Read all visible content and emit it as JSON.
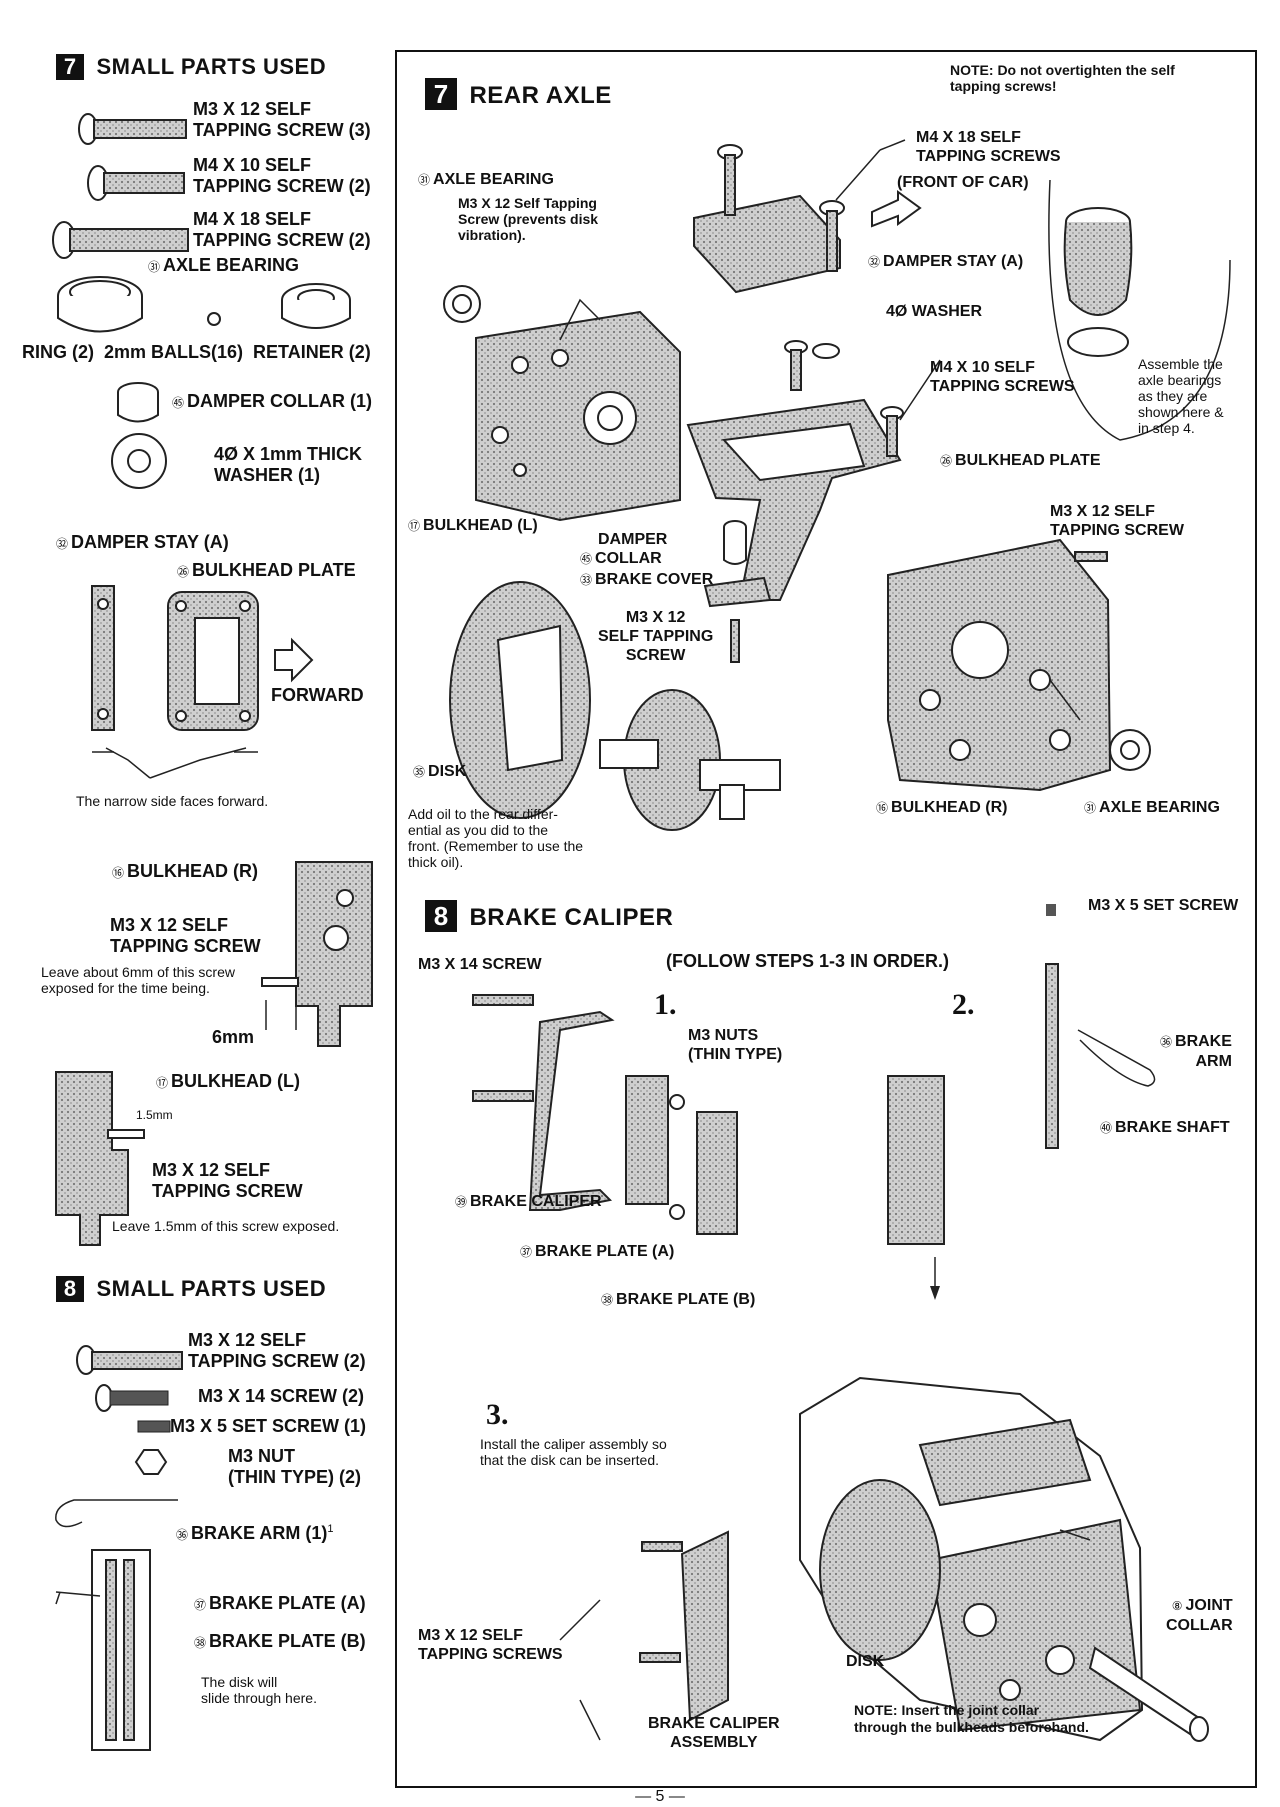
{
  "left": {
    "s7_header": {
      "num": "7",
      "title": "SMALL PARTS USED"
    },
    "s7_parts": {
      "m3x12": [
        "M3 X 12 SELF",
        "TAPPING SCREW (3)"
      ],
      "m4x10": [
        "M4 X 10 SELF",
        "TAPPING SCREW (2)"
      ],
      "m4x18": [
        "M4 X 18 SELF",
        "TAPPING SCREW (2)"
      ],
      "axle_bearing": {
        "num": "㉛",
        "label": "AXLE BEARING"
      },
      "bearing_parts": "RING (2)  2mm BALLS(16)  RETAINER (2)",
      "damper_collar": {
        "num": "㊺",
        "label": "DAMPER COLLAR (1)"
      },
      "washer": [
        "4Ø X 1mm THICK",
        "WASHER (1)"
      ]
    },
    "damper_stay": {
      "num": "㉜",
      "label": "DAMPER STAY (A)"
    },
    "bulkhead_plate": {
      "num": "㉖",
      "label": "BULKHEAD PLATE"
    },
    "forward": "FORWARD",
    "narrow_note": "The narrow side faces forward.",
    "bulkhead_r": {
      "num": "⑯",
      "label": "BULKHEAD (R)"
    },
    "bulkhead_r_screw": [
      "M3 X 12 SELF",
      "TAPPING SCREW"
    ],
    "bulkhead_r_note": "Leave about 6mm of this screw exposed for the time being.",
    "six_mm": "6mm",
    "bulkhead_l": {
      "num": "⑰",
      "label": "BULKHEAD (L)"
    },
    "one_five_mm": "1.5mm",
    "bulkhead_l_screw": [
      "M3 X 12 SELF",
      "TAPPING SCREW"
    ],
    "bulkhead_l_note": "Leave 1.5mm of this screw exposed.",
    "s8_header": {
      "num": "8",
      "title": "SMALL PARTS USED"
    },
    "s8_parts": {
      "m3x12": [
        "M3 X 12 SELF",
        "TAPPING SCREW (2)"
      ],
      "m3x14": "M3 X 14 SCREW (2)",
      "m3x5": "M3 X 5 SET SCREW (1)",
      "m3nut": [
        "M3 NUT",
        "(THIN TYPE) (2)"
      ],
      "brake_arm": {
        "num": "㊱",
        "label": "BRAKE ARM (1)",
        "mark": "1"
      }
    },
    "brake_plate_a": {
      "num": "㊲",
      "label": "BRAKE PLATE (A)"
    },
    "brake_plate_b": {
      "num": "㊳",
      "label": "BRAKE PLATE (B)"
    },
    "disk_note": [
      "The disk will",
      "slide through here."
    ]
  },
  "main": {
    "s7": {
      "num": "7",
      "title": "REAR AXLE",
      "note": [
        "NOTE: Do not overtighten the self",
        "tapping screws!"
      ],
      "m4x18": [
        "M4 X 18 SELF",
        "TAPPING SCREWS"
      ],
      "front_of_car": "(FRONT OF CAR)",
      "axle_bearing": {
        "num": "㉛",
        "label": "AXLE BEARING"
      },
      "m3x12_note": [
        "M3 X 12 Self Tapping",
        "Screw (prevents disk",
        "vibration)."
      ],
      "damper_stay": {
        "num": "㉜",
        "label": "DAMPER STAY (A)"
      },
      "washer": "4Ø WASHER",
      "m4x10": [
        "M4 X 10 SELF",
        "TAPPING SCREWS"
      ],
      "assemble_note": [
        "Assemble the",
        "axle bearings",
        "as they are",
        "shown here &",
        "in step 4."
      ],
      "bulkhead_plate": {
        "num": "㉖",
        "label": "BULKHEAD PLATE"
      },
      "bulkhead_l": {
        "num": "⑰",
        "label": "BULKHEAD (L)"
      },
      "damper_collar": {
        "num": "㊺",
        "label": [
          "DAMPER",
          "COLLAR"
        ]
      },
      "brake_cover": {
        "num": "㉝",
        "label": "BRAKE COVER"
      },
      "m3x12_right": [
        "M3 X 12 SELF",
        "TAPPING SCREW"
      ],
      "m3x12_center": [
        "M3 X 12",
        "SELF TAPPING",
        "SCREW"
      ],
      "disk": {
        "num": "㉟",
        "label": "DISK"
      },
      "oil_note": [
        "Add oil to the rear differ-",
        "ential as you did to the",
        "front. (Remember to use the",
        "thick oil)."
      ],
      "bulkhead_r": {
        "num": "⑯",
        "label": "BULKHEAD (R)"
      },
      "axle_bearing_r": {
        "num": "㉛",
        "label": "AXLE BEARING"
      }
    },
    "s8": {
      "num": "8",
      "title": "BRAKE CALIPER",
      "m3x5": "M3 X 5 SET SCREW",
      "m3x14": "M3 X 14 SCREW",
      "follow": "(FOLLOW STEPS 1-3 IN ORDER.)",
      "step1": "1.",
      "step2": "2.",
      "step3": "3.",
      "m3_nuts": [
        "M3 NUTS",
        "(THIN TYPE)"
      ],
      "brake_arm": {
        "num": "㊱",
        "label": [
          "BRAKE",
          "ARM"
        ]
      },
      "brake_shaft": {
        "num": "㊵",
        "label": "BRAKE SHAFT"
      },
      "brake_caliper": {
        "num": "㊴",
        "label": "BRAKE CALIPER"
      },
      "brake_plate_a": {
        "num": "㊲",
        "label": "BRAKE PLATE (A)"
      },
      "brake_plate_b": {
        "num": "㊳",
        "label": "BRAKE PLATE (B)"
      },
      "step3_note": [
        "Install the caliper assembly so",
        "that the disk can be inserted."
      ],
      "joint_collar": {
        "num": "⑧",
        "label": [
          "JOINT",
          "COLLAR"
        ]
      },
      "m3x12_screws": [
        "M3 X 12 SELF",
        "TAPPING SCREWS"
      ],
      "disk": "DISK",
      "caliper_assembly": [
        "BRAKE CALIPER",
        "ASSEMBLY"
      ],
      "note": [
        "NOTE: Insert the joint collar",
        "through the bulkheads beforehand."
      ]
    }
  },
  "page_number": "— 5 —"
}
